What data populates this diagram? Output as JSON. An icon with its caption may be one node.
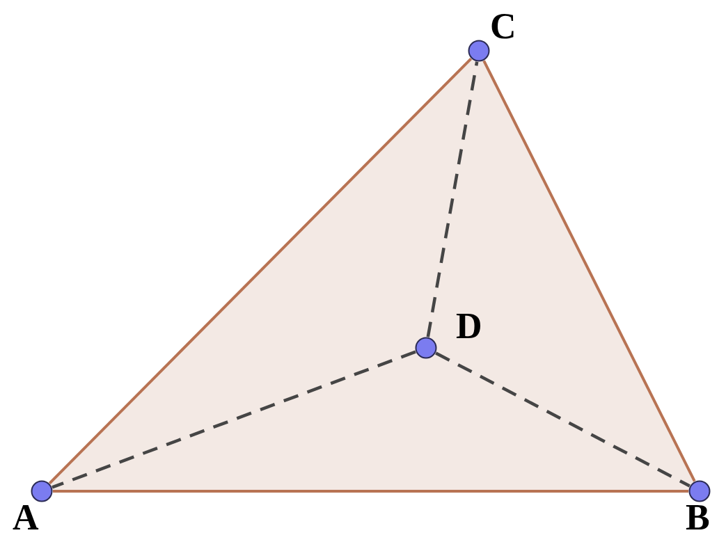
{
  "diagram": {
    "nodes": [
      {
        "text": [],
        "shape": "circle",
        "beside": [
          "A"
        ]
      },
      {
        "text": [],
        "shape": "circle",
        "beside": [
          "B"
        ]
      },
      {
        "text": [],
        "shape": "circle",
        "beside": [
          "C"
        ]
      },
      {
        "text": [],
        "shape": "circle",
        "beside": [
          "D"
        ]
      }
    ],
    "edges": [
      {
        "from": 0,
        "to": 1,
        "arrow": "none",
        "color": "#b87353"
      },
      {
        "from": 1,
        "to": 2,
        "arrow": "none",
        "color": "#b87353"
      },
      {
        "from": 2,
        "to": 0,
        "arrow": "none",
        "color": "#b87353"
      },
      {
        "from": 3,
        "to": 0,
        "arrow": "none",
        "style": "dashed",
        "color": "#454545"
      },
      {
        "from": 3,
        "to": 1,
        "arrow": "none",
        "style": "dashed",
        "color": "#454545"
      },
      {
        "from": 3,
        "to": 2,
        "arrow": "none",
        "style": "dashed",
        "color": "#454545"
      }
    ]
  }
}
